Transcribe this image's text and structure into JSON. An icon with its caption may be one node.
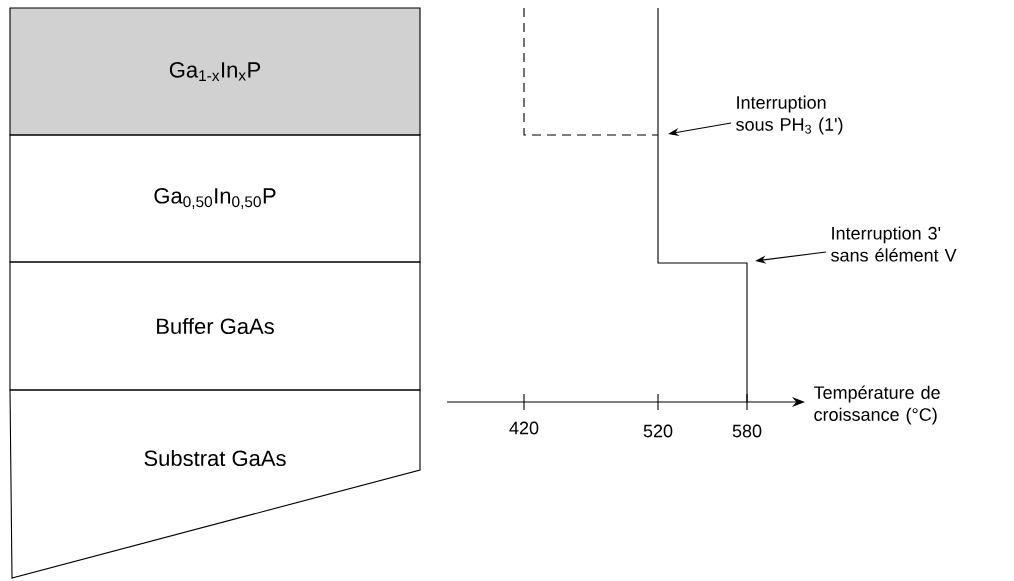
{
  "diagram": {
    "nodes": [
      {
        "text": [
          "Ga$_{1-x}$In$_{x}$P"
        ]
      },
      {
        "text": [
          "Ga$_{0,50}$In$_{0,50}$P"
        ]
      },
      {
        "text": [
          "Buffer GaAs"
        ]
      },
      {
        "text": [
          "Substrat GaAs"
        ]
      },
      {
        "text": [
          "Interruption sous PH$_{3}$ (1')"
        ]
      },
      {
        "text": [
          "Interruption 3' sans élément V"
        ]
      },
      {
        "text": [],
        "shape": "line"
      },
      {
        "text": [],
        "shape": "line"
      }
    ],
    "edges": [
      {
        "from": 4,
        "to": 6,
        "arrow": "to"
      },
      {
        "from": 5,
        "to": 6,
        "arrow": "to"
      }
    ],
    "labels": [
      "Température de croissance (°C)",
      "420",
      "520",
      "580"
    ]
  }
}
